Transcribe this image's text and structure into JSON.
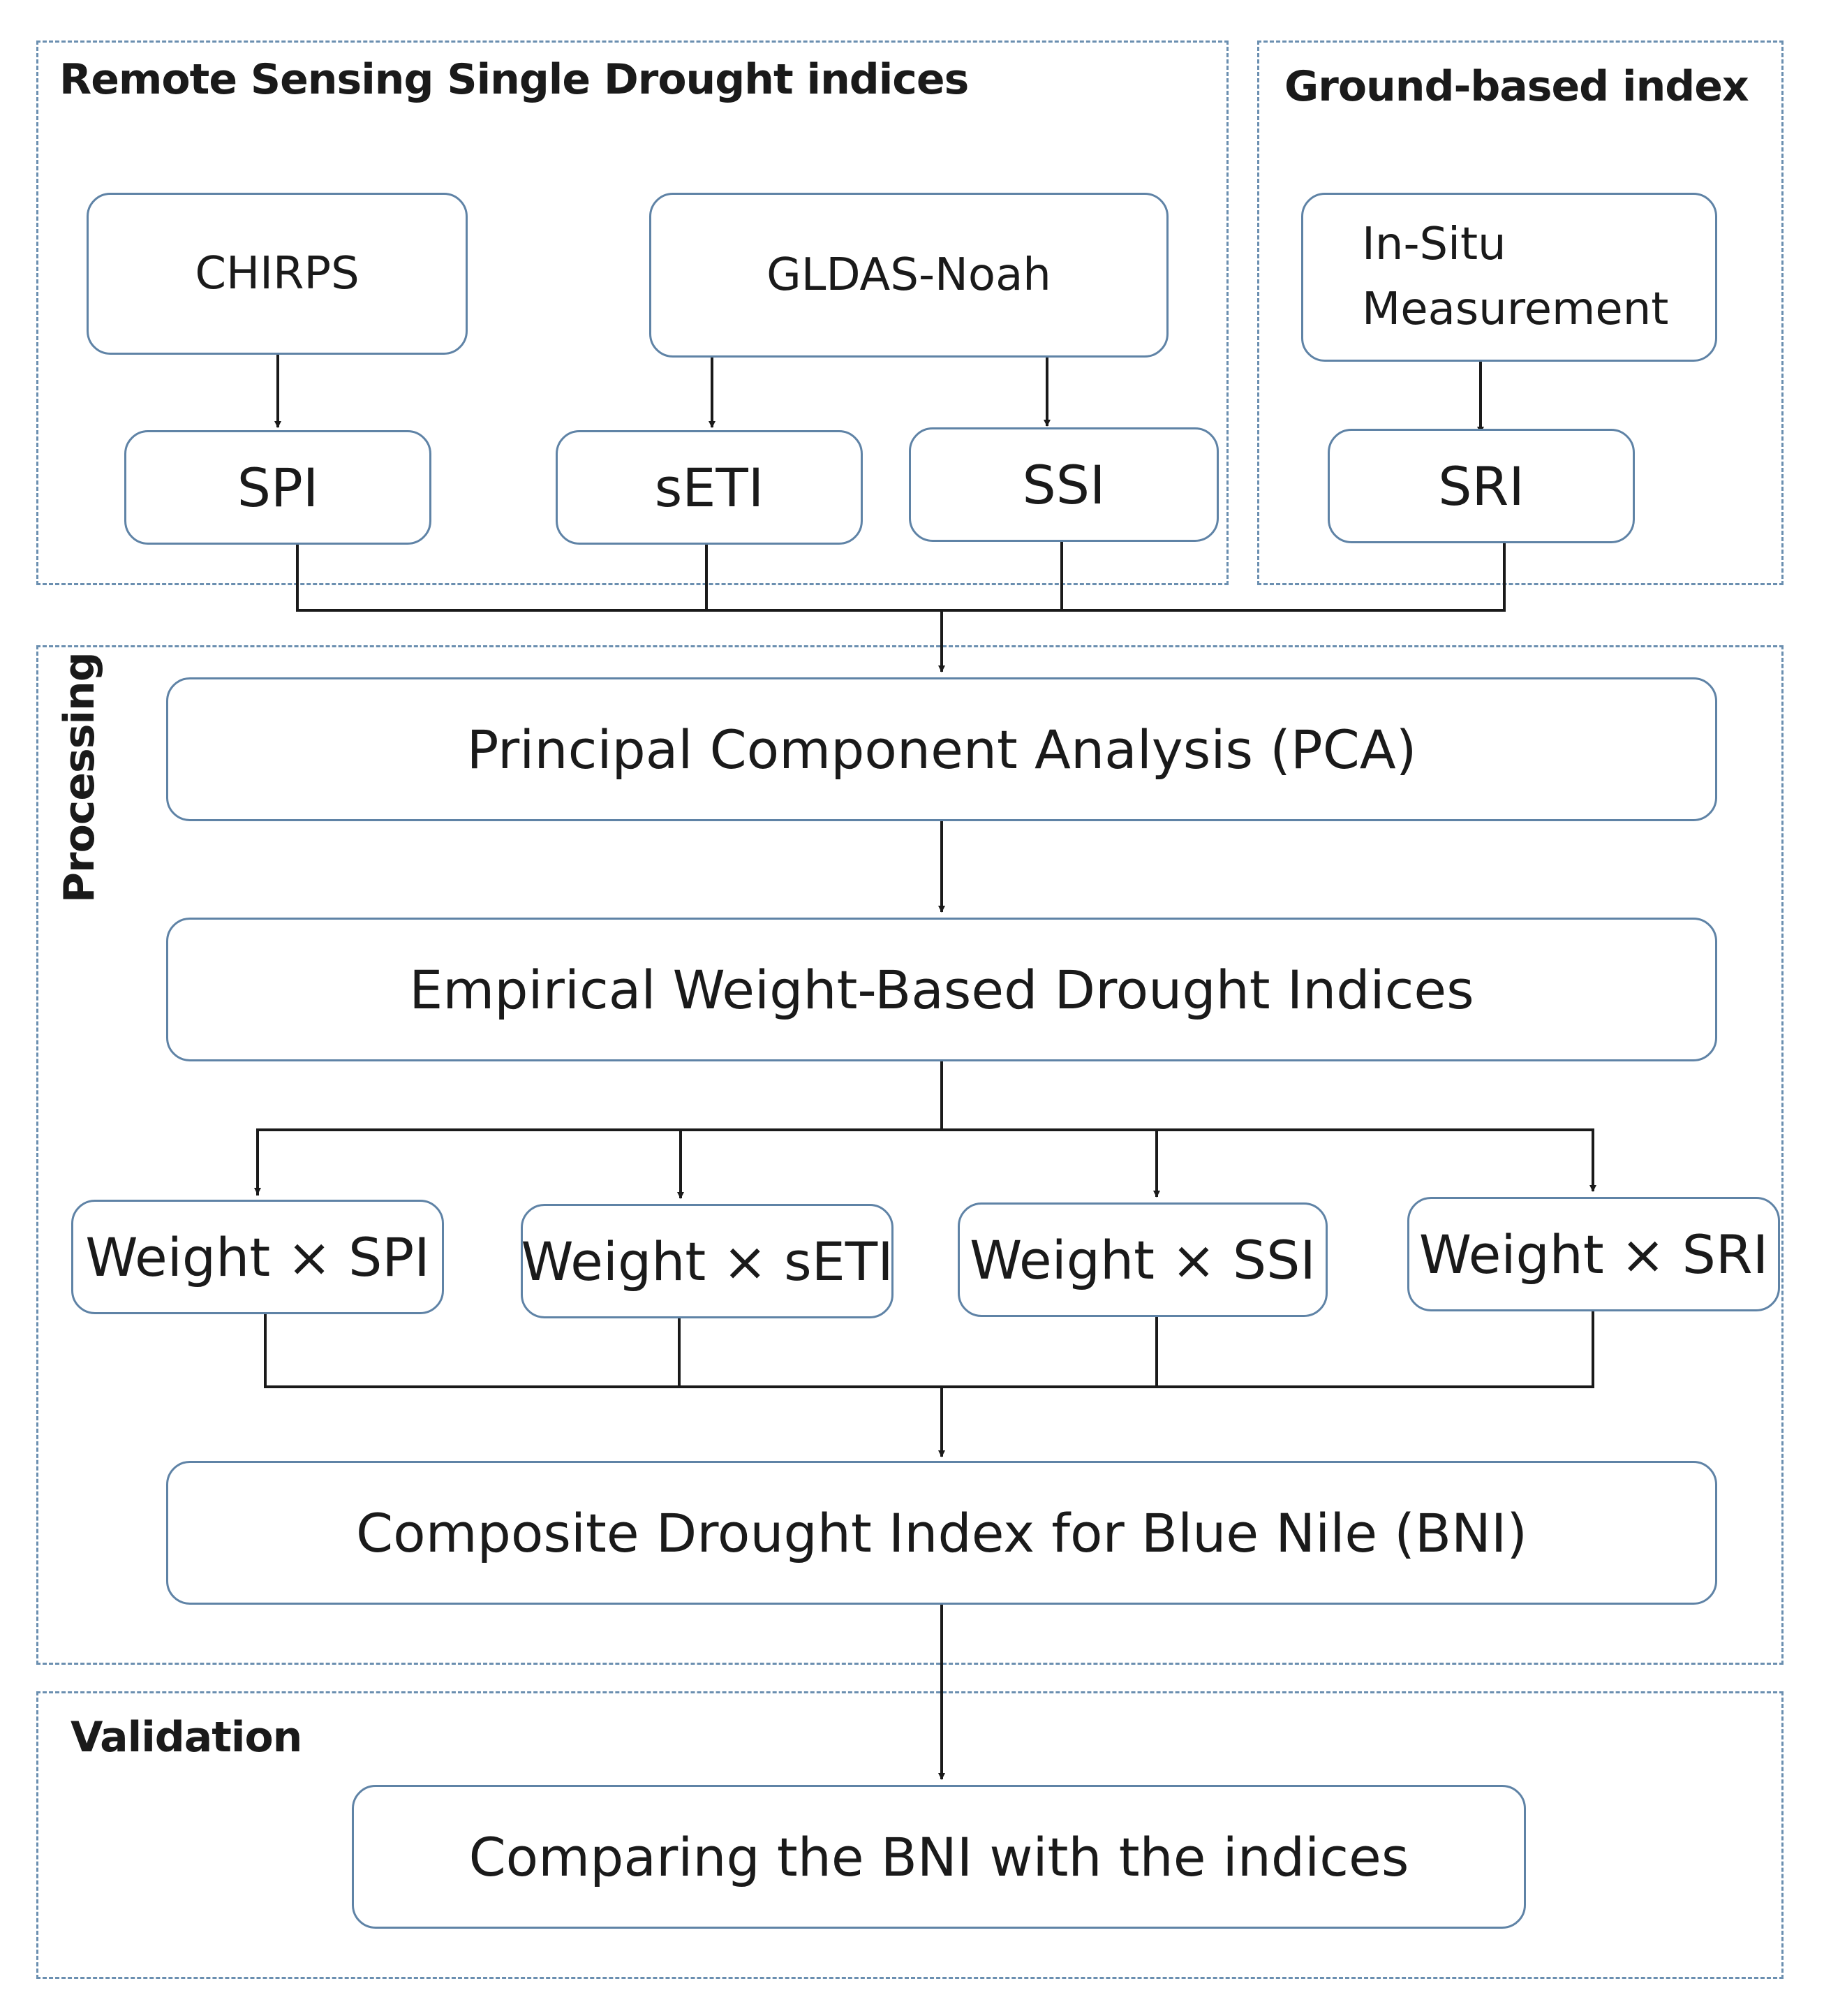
{
  "groups": {
    "remote_sensing": {
      "title": "Remote Sensing Single Drought indices"
    },
    "ground_based": {
      "title": "Ground-based index"
    },
    "processing": {
      "title": "Processing"
    },
    "validation": {
      "title": "Validation"
    }
  },
  "nodes": {
    "chirps": "CHIRPS",
    "gldas": "GLDAS-Noah",
    "insitu": "In-Situ Measurement",
    "spi": "SPI",
    "seti": "sETI",
    "ssi": "SSI",
    "sri": "SRI",
    "pca": "Principal Component Analysis (PCA)",
    "empirical": "Empirical Weight-Based Drought Indices",
    "w_spi": "Weight × SPI",
    "w_seti": "Weight × sETI",
    "w_ssi": "Weight × SSI",
    "w_sri": "Weight × SRI",
    "bni": "Composite Drought Index for Blue Nile (BNI)",
    "compare": "Comparing the BNI with the indices"
  },
  "colors": {
    "group_border": "#6b8fb0",
    "node_border": "#5f83a6",
    "edge": "#1a1a1a"
  }
}
